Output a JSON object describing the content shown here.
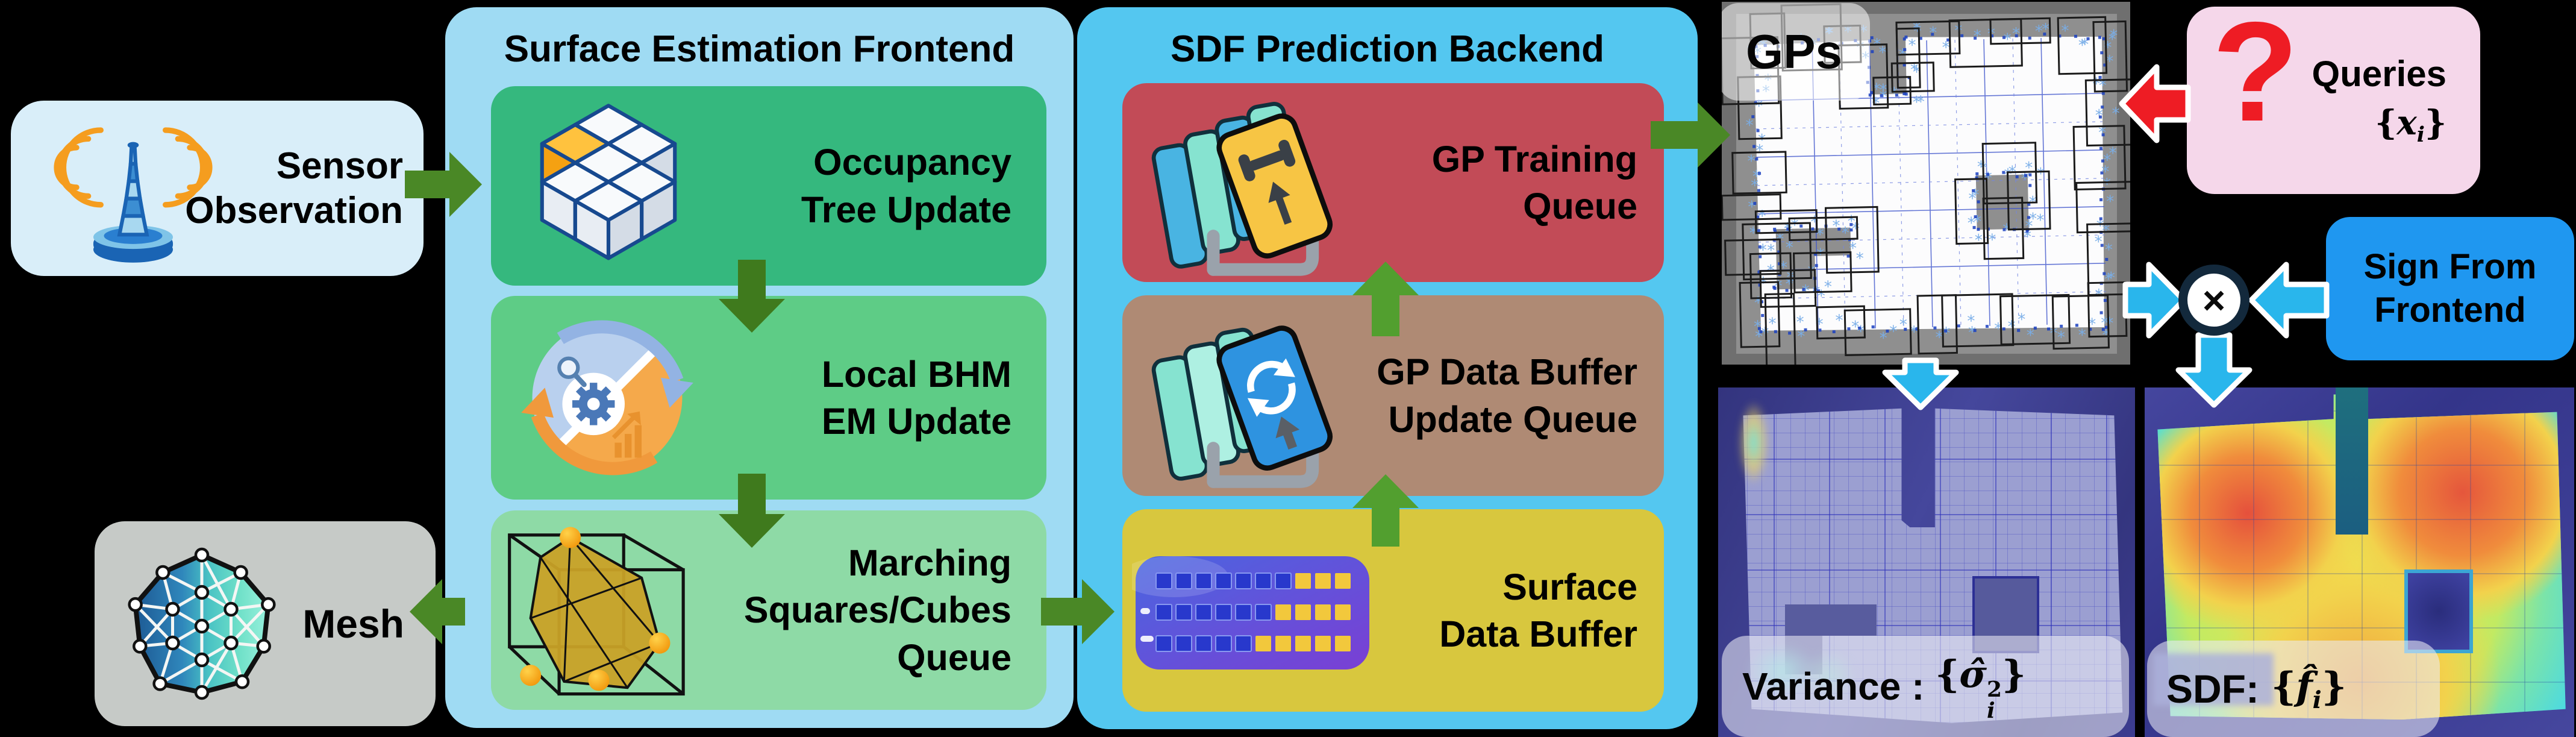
{
  "sensor": {
    "lines": [
      "Sensor",
      "Observation"
    ],
    "icon": "antenna-icon"
  },
  "frontend": {
    "title": "Surface Estimation Frontend",
    "boxes": [
      {
        "id": "occupancy",
        "icon": "octree-cubes-icon",
        "lines": [
          "Occupancy",
          "Tree Update"
        ]
      },
      {
        "id": "local-bhm",
        "icon": "em-cycle-icon",
        "lines": [
          "Local BHM",
          "EM Update"
        ]
      },
      {
        "id": "marching",
        "icon": "marching-cubes-icon",
        "lines": [
          "Marching",
          "Squares/Cubes",
          "Queue"
        ]
      }
    ]
  },
  "mesh": {
    "label": "Mesh",
    "icon": "mesh-graph-icon"
  },
  "backend": {
    "title": "SDF Prediction Backend",
    "boxes": [
      {
        "id": "gp-training",
        "icon": "training-queue-icon",
        "lines": [
          "GP Training",
          "Queue"
        ]
      },
      {
        "id": "gp-data-buffer",
        "icon": "update-queue-icon",
        "lines": [
          "GP Data Buffer",
          "Update Queue"
        ]
      },
      {
        "id": "surface-buffer",
        "icon": "data-buffer-icon",
        "lines": [
          "Surface",
          "Data Buffer"
        ]
      }
    ]
  },
  "gps": {
    "label": "GPs"
  },
  "queries": {
    "label": "Queries",
    "question_mark": "?",
    "math": {
      "open": "{",
      "symbol": "x",
      "sub": "i",
      "close": "}"
    }
  },
  "sign": {
    "lines": [
      "Sign From",
      "Frontend"
    ]
  },
  "multiply": {
    "symbol": "×"
  },
  "variance": {
    "label": "Variance :",
    "math": {
      "open": "{",
      "symbol": "σ̂",
      "sup": "2",
      "sub": "i",
      "close": "}"
    }
  },
  "sdf": {
    "label": "SDF:",
    "math": {
      "open": "{",
      "symbol": "f̂",
      "sub": "i",
      "close": "}"
    }
  },
  "colors": {
    "panel_frontend": "#9fdbf3",
    "panel_backend": "#54c7f0",
    "box_occupancy": "#35b87e",
    "box_local": "#5ecc86",
    "box_marching": "#8edaa6",
    "box_training": "#c24b57",
    "box_buffer": "#af8a74",
    "box_surface": "#d8c73e",
    "mesh_gray": "#c6cac7",
    "sensor_bg": "#d9eef9",
    "queries_pink": "#f5d7ea",
    "sign_blue": "#1f97f0",
    "arrow_green": "#4a8826",
    "arrow_green_dark": "#3f7a1d",
    "arrow_green_bright": "#529f2f",
    "arrow_blue": "#29b6ec",
    "arrow_red": "#ee1c24"
  }
}
